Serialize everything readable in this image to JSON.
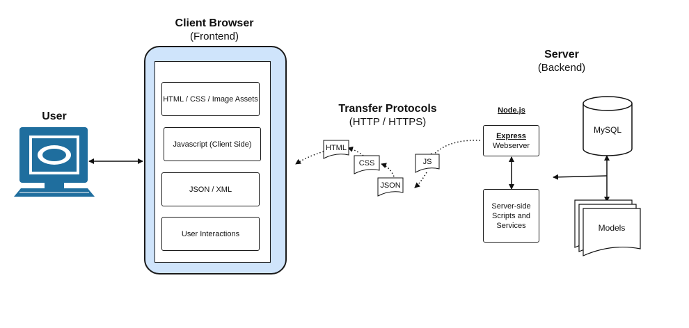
{
  "user": {
    "label": "User"
  },
  "client": {
    "title": "Client Browser",
    "subtitle": "(Frontend)",
    "items": [
      "HTML / CSS / Image Assets",
      "Javascript (Client Side)",
      "JSON / XML",
      "User Interactions"
    ]
  },
  "transfer": {
    "title": "Transfer Protocols",
    "subtitle": "(HTTP / HTTPS)",
    "docs": [
      "HTML",
      "CSS",
      "JSON",
      "JS"
    ]
  },
  "server": {
    "title": "Server",
    "subtitle": "(Backend)",
    "node_title": "Node.js",
    "express_title": "Express",
    "express_sub": "Webserver",
    "scripts_label": "Server-side Scripts and Services",
    "db_label": "MySQL",
    "models_label": "Models"
  },
  "colors": {
    "panel_fill": "#cfe4fb",
    "monitor": "#1f6e9e",
    "stroke": "#1a1a1a"
  }
}
